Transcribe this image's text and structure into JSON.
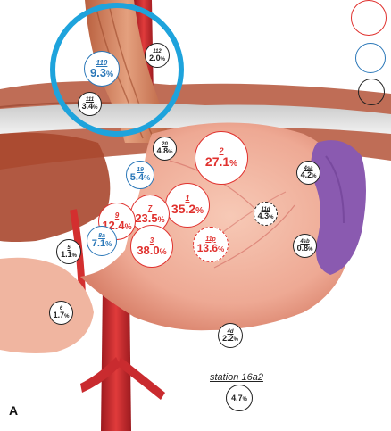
{
  "panel_letter": "A",
  "station_label": "station 16a2",
  "colors": {
    "red": "#e0312e",
    "blue": "#2a77b8",
    "black": "#222222",
    "highlight_ring": "#1ea3dc"
  },
  "legend": [
    {
      "color": "red"
    },
    {
      "color": "blue"
    },
    {
      "color": "black"
    }
  ],
  "nodes": [
    {
      "id": "110",
      "station": "110",
      "value": "9.3",
      "color": "blue"
    },
    {
      "id": "112",
      "station": "112",
      "value": "2.0",
      "color": "black"
    },
    {
      "id": "111",
      "station": "111",
      "value": "3.4",
      "color": "black"
    },
    {
      "id": "2",
      "station": "2",
      "value": "27.1",
      "color": "red"
    },
    {
      "id": "20",
      "station": "20",
      "value": "4.8",
      "color": "black"
    },
    {
      "id": "19",
      "station": "19",
      "value": "5.4",
      "color": "blue"
    },
    {
      "id": "1",
      "station": "1",
      "value": "35.2",
      "color": "red"
    },
    {
      "id": "7",
      "station": "7",
      "value": "23.5",
      "color": "red"
    },
    {
      "id": "9",
      "station": "9",
      "value": "12.4",
      "color": "red"
    },
    {
      "id": "3",
      "station": "3",
      "value": "38.0",
      "color": "red"
    },
    {
      "id": "11p",
      "station": "11p",
      "value": "13.6",
      "color": "red",
      "dashed": true
    },
    {
      "id": "11d",
      "station": "11d",
      "value": "4.3",
      "color": "black",
      "dashed": true
    },
    {
      "id": "4sa",
      "station": "4sa",
      "value": "4.2",
      "color": "black"
    },
    {
      "id": "4sb",
      "station": "4sb",
      "value": "0.8",
      "color": "black"
    },
    {
      "id": "8a",
      "station": "8a",
      "value": "7.1",
      "color": "blue"
    },
    {
      "id": "5",
      "station": "5",
      "value": "1.1",
      "color": "black"
    },
    {
      "id": "6",
      "station": "6",
      "value": "1.7",
      "color": "black"
    },
    {
      "id": "4d",
      "station": "4d",
      "value": "2.2",
      "color": "black"
    },
    {
      "id": "16a2",
      "station": "",
      "value": "4.7",
      "color": "black"
    }
  ],
  "pct_symbol": "%"
}
